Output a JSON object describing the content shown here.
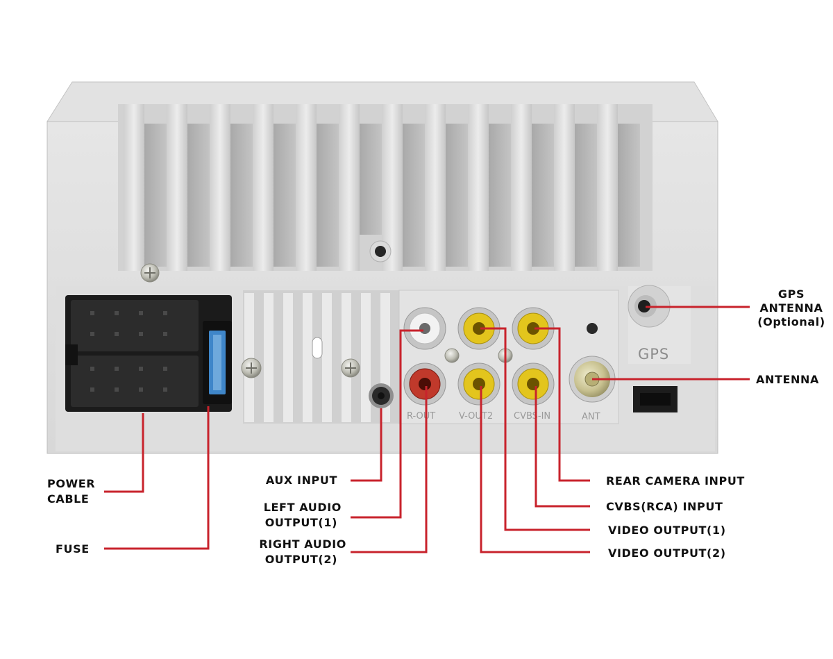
{
  "labels": {
    "gps_antenna_1": "GPS",
    "gps_antenna_2": "ANTENNA",
    "gps_antenna_3": "(Optional)",
    "antenna": "ANTENNA",
    "power_cable_1": "POWER",
    "power_cable_2": "CABLE",
    "fuse": "FUSE",
    "aux_input": "AUX INPUT",
    "left_audio_1": "LEFT AUDIO",
    "left_audio_2": "OUTPUT(1)",
    "right_audio_1": "RIGHT AUDIO",
    "right_audio_2": "OUTPUT(2)",
    "rear_camera_input": "REAR  CAMERA INPUT",
    "cvbs_input": "CVBS(RCA)  INPUT",
    "video_output_1": "VIDEO  OUTPUT(1)",
    "video_output_2": "VIDEO  OUTPUT(2)"
  },
  "silkscreen": {
    "gps": "GPS",
    "ant": "ANT",
    "r_out": "R-OUT",
    "v_out2": "V-OUT2",
    "cvbs_in": "CVBS-IN"
  },
  "colors": {
    "leader_line": "#c8232c",
    "housing": "#dcdcdc",
    "connector": "#1e1e1e",
    "fuse": "#3f86c9",
    "rca_white": "#f2f2f2",
    "rca_red": "#c0392b",
    "rca_yellow": "#e3c51d"
  }
}
